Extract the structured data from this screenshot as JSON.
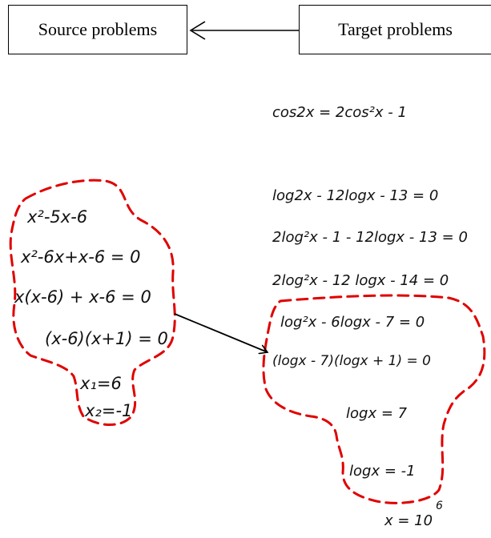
{
  "header": {
    "source_label": "Source problems",
    "target_label": "Target problems"
  },
  "source_steps": [
    "x²-5x-6",
    "x²-6x+x-6 = 0",
    "x(x-6) + x-6 = 0",
    "(x-6)(x+1) = 0",
    "x₁=6",
    "x₂=-1"
  ],
  "target_steps": [
    "cos2x = 2cos²x - 1",
    "log2x - 12logx - 13 = 0",
    "2log²x - 1 - 12logx - 13 = 0",
    "2log²x - 12 logx - 14 = 0",
    "log²x - 6logx - 7 = 0",
    "(logx - 7)(logx + 1) = 0",
    "logx = 7",
    "logx = -1",
    "x = 10"
  ],
  "final_superscript": "6",
  "colors": {
    "ink": "#111111",
    "dash": "#e00000"
  }
}
